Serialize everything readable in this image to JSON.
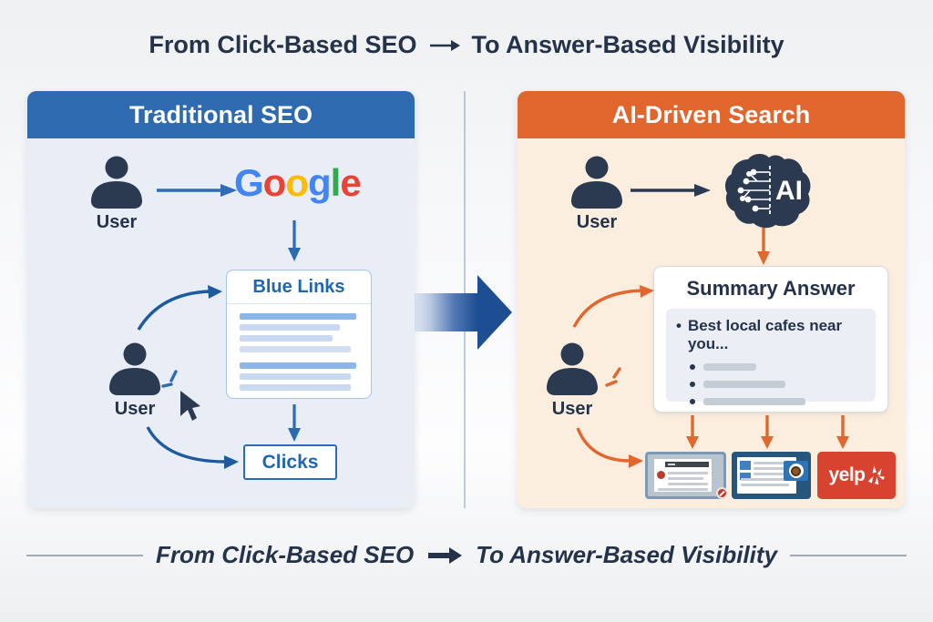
{
  "page": {
    "top_title": {
      "left": "From Click-Based SEO",
      "right": "To Answer-Based Visibility"
    },
    "bottom_title": {
      "left": "From Click-Based SEO",
      "right": "To Answer-Based Visibility"
    }
  },
  "colors": {
    "navy_text": "#25334a",
    "blue_header": "#2e6ab0",
    "orange_header": "#e0662e",
    "left_panel_bg": "#e9edf5",
    "right_panel_bg": "#fbeede",
    "link_blue": "#1b66b5",
    "arrow_blue": "#2f6cb5",
    "arrow_navy": "#2b3a50",
    "arrow_orange": "#e2672f",
    "transition_arrow_blue": "#1d4e91",
    "yelp_red": "#d8432f"
  },
  "left_panel": {
    "title": "Traditional SEO",
    "user_top_label": "User",
    "user_bottom_label": "User",
    "google_letters": [
      {
        "ch": "G",
        "color": "#4285F4"
      },
      {
        "ch": "o",
        "color": "#EA4335"
      },
      {
        "ch": "o",
        "color": "#FBBC05"
      },
      {
        "ch": "g",
        "color": "#4285F4"
      },
      {
        "ch": "l",
        "color": "#34A853"
      },
      {
        "ch": "e",
        "color": "#EA4335"
      }
    ],
    "blue_links": {
      "title": "Blue Links",
      "bars": [
        {
          "width": 128,
          "color": "#8db6e8"
        },
        {
          "width": 110,
          "color": "#c8d9f0"
        },
        {
          "width": 102,
          "color": "#c8d9f0"
        },
        {
          "width": 122,
          "color": "#d4def1"
        },
        {
          "width": 128,
          "color": "#8db6e8",
          "gap_before": true
        },
        {
          "width": 122,
          "color": "#c8d9f0"
        },
        {
          "width": 122,
          "color": "#c8d9f0"
        }
      ]
    },
    "clicks_label": "Clicks"
  },
  "right_panel": {
    "title": "AI-Driven Search",
    "user_top_label": "User",
    "user_bottom_label": "User",
    "ai_label": "AI",
    "summary": {
      "title": "Summary Answer",
      "bullet": "•",
      "first_item": "Best local cafes near you...",
      "skeleton_bars": [
        {
          "width": 58,
          "color": "#c9cfd8"
        },
        {
          "width": 90,
          "color": "#c4ccd6"
        },
        {
          "width": 112,
          "color": "#c4ccd6"
        }
      ]
    },
    "yelp_label": "yelp"
  }
}
